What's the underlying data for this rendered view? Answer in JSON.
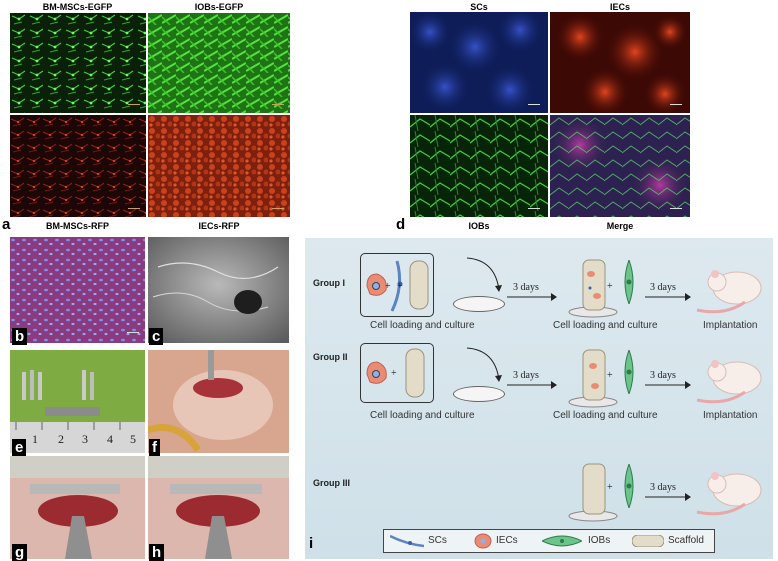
{
  "figure": {
    "panel_a": {
      "letter": "a",
      "titles_top": [
        "BM-MSCs-EGFP",
        "IOBs-EGFP"
      ],
      "titles_bottom": [
        "BM-MSCs-RFP",
        "IECs-RFP"
      ]
    },
    "panel_d": {
      "letter": "d",
      "titles_top": [
        "SCs",
        "IECs"
      ],
      "titles_bottom": [
        "IOBs",
        "Merge"
      ]
    },
    "panel_b": {
      "letter": "b"
    },
    "panel_c": {
      "letter": "c"
    },
    "panel_e": {
      "letter": "e",
      "ruler_numbers": [
        "1",
        "2",
        "3",
        "4",
        "5"
      ]
    },
    "panel_f": {
      "letter": "f"
    },
    "panel_g": {
      "letter": "g"
    },
    "panel_h": {
      "letter": "h"
    },
    "panel_i": {
      "letter": "i",
      "groups": [
        "Group I",
        "Group II",
        "Group III"
      ],
      "plus": "+",
      "days_label": "3 days",
      "culture_caption": "Cell loading and culture",
      "implant_caption": "Implantation",
      "legend": [
        "SCs",
        "IECs",
        "IOBs",
        "Scaffold"
      ]
    }
  }
}
